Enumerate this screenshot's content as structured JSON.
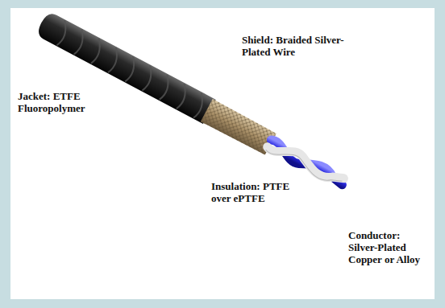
{
  "diagram": {
    "labels": [
      "Jacket: ETFE Fluoropolymer",
      "Shield: Braided Silver-Plated Wire",
      "Insulation: PTFE over ePTFE",
      "Conductor: Silver-Plated Copper or Alloy"
    ]
  }
}
